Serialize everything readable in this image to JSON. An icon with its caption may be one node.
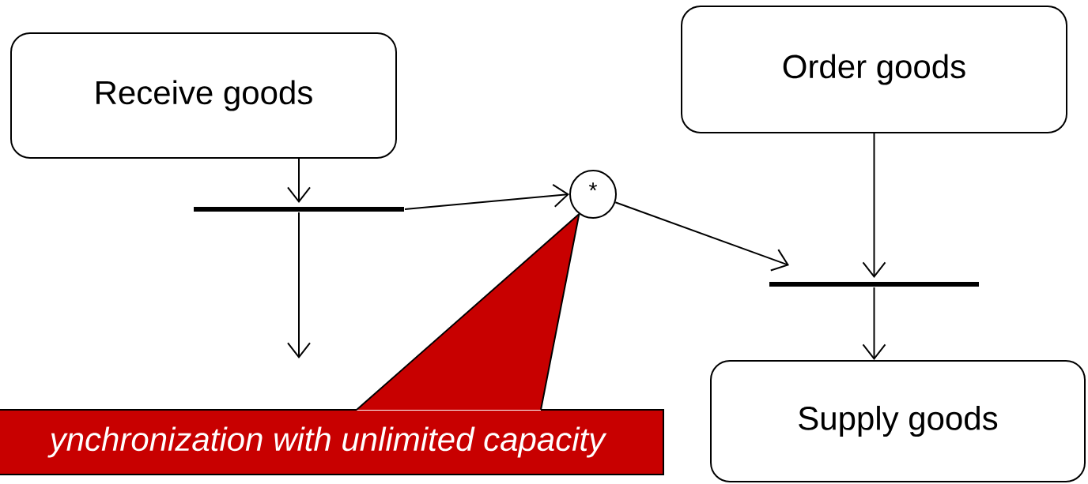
{
  "diagram": {
    "nodes": [
      {
        "text": [
          "Receive goods"
        ]
      },
      {
        "text": [
          "Order goods"
        ]
      },
      {
        "text": [],
        "shape": "bar"
      },
      {
        "text": [
          "*"
        ]
      },
      {
        "text": [],
        "shape": "bar"
      },
      {
        "text": [
          "Supply goods"
        ]
      },
      {
        "text": [
          "ynchronization with unlimited capacity"
        ]
      }
    ],
    "edges": [
      {
        "from": 0,
        "to": 2,
        "arrow": "to"
      },
      {
        "from": 2,
        "to": 3,
        "arrow": "to"
      },
      {
        "from": 2,
        "to": null,
        "arrow": "to"
      },
      {
        "from": 3,
        "to": 4,
        "arrow": "to"
      },
      {
        "from": 1,
        "to": 4,
        "arrow": "to"
      },
      {
        "from": 4,
        "to": 5,
        "arrow": "to"
      },
      {
        "from": 6,
        "to": 3,
        "arrow": "none"
      }
    ]
  }
}
